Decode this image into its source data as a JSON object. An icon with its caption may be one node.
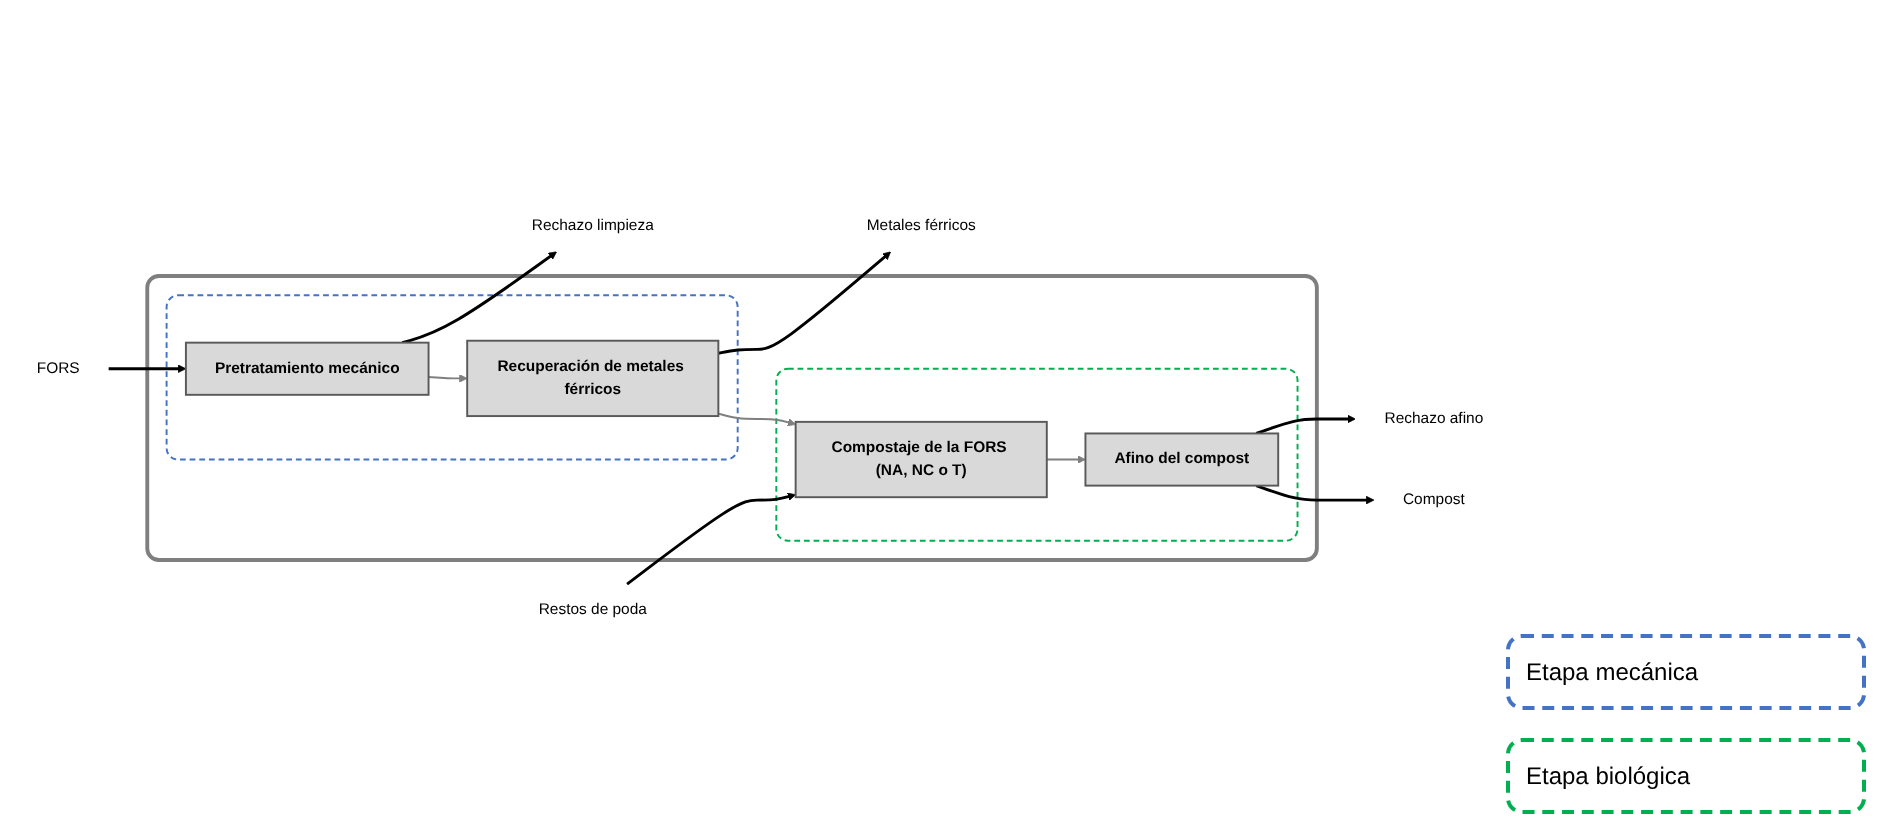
{
  "diagram": {
    "nodes": [
      {
        "text": [],
        "shape": "box"
      },
      {
        "text": [],
        "shape": "box",
        "in": 0
      },
      {
        "text": [
          "Pretratamiento mecánico"
        ],
        "in": 1
      },
      {
        "text": [
          "Recuperación de metales férricos"
        ],
        "in": 1
      },
      {
        "text": [],
        "shape": "box",
        "in": 0
      },
      {
        "text": [
          "Afino del compost"
        ],
        "in": 4
      },
      {
        "text": [
          "Compostaje de la FORS (NA, NC o T)"
        ],
        "in": 4
      },
      {
        "text": [
          "FORS"
        ]
      },
      {
        "text": [
          "Rechazo limpieza"
        ]
      },
      {
        "text": [
          "Metales férricos"
        ]
      },
      {
        "text": [
          "Rechazo afino"
        ]
      },
      {
        "text": [
          "Restos de poda"
        ]
      },
      {
        "text": [
          "Compost"
        ]
      }
    ],
    "edges": [
      {
        "from": 7,
        "to": 2,
        "arrow": "to"
      },
      {
        "from": 2,
        "to": 8,
        "arrow": "to"
      },
      {
        "from": 2,
        "to": 3,
        "arrow": "to",
        "color": "#7f7f7f"
      },
      {
        "from": 3,
        "to": 9,
        "arrow": "to"
      },
      {
        "from": 3,
        "to": 6,
        "arrow": "to",
        "color": "#7f7f7f"
      },
      {
        "from": 11,
        "to": 6,
        "arrow": "to"
      },
      {
        "from": 6,
        "to": 5,
        "arrow": "to",
        "color": "#7f7f7f"
      },
      {
        "from": 5,
        "to": 10,
        "arrow": "to"
      },
      {
        "from": 5,
        "to": 12,
        "arrow": "to"
      }
    ],
    "legend": [
      {
        "text": "Etapa mecánica"
      },
      {
        "text": "Etapa biológica"
      }
    ]
  }
}
